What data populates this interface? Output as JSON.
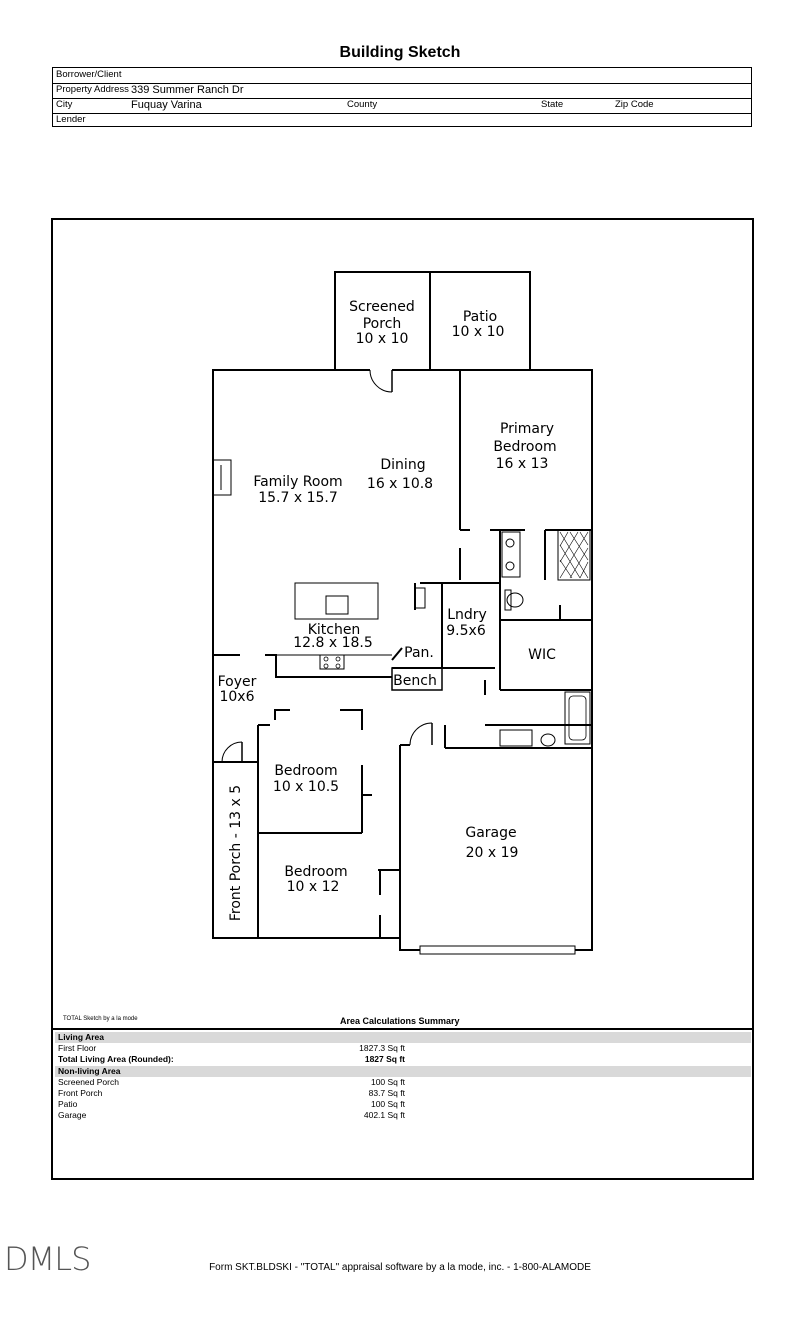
{
  "title": "Building Sketch",
  "header": {
    "borrower_label": "Borrower/Client",
    "borrower_value": "",
    "address_label": "Property Address",
    "address_value": "339 Summer Ranch Dr",
    "city_label": "City",
    "city_value": "Fuquay Varina",
    "county_label": "County",
    "state_label": "State",
    "zip_label": "Zip Code",
    "lender_label": "Lender"
  },
  "rooms": {
    "screened_porch_1": "Screened",
    "screened_porch_2": "Porch",
    "screened_porch_3": "10 x 10",
    "patio_1": "Patio",
    "patio_2": "10 x 10",
    "primary_1": "Primary",
    "primary_2": "Bedroom",
    "primary_3": "16 x 13",
    "dining_1": "Dining",
    "dining_2": "16 x 10.8",
    "family_1": "Family Room",
    "family_2": "15.7 x 15.7",
    "kitchen_1": "Kitchen",
    "kitchen_2": "12.8 x 18.5",
    "laundry_1": "Lndry",
    "laundry_2": "9.5x6",
    "wic": "WIC",
    "pantry": "Pan.",
    "bench": "Bench",
    "foyer_1": "Foyer",
    "foyer_2": "10x6",
    "bedroom2_1": "Bedroom",
    "bedroom2_2": "10 x 10.5",
    "bedroom3_1": "Bedroom",
    "bedroom3_2": "10 x 12",
    "garage_1": "Garage",
    "garage_2": "20 x 19",
    "front_porch": "Front Porch - 13 x 5"
  },
  "credit": "TOTAL Sketch by a la mode",
  "summary": {
    "title": "Area Calculations Summary",
    "living_header": "Living Area",
    "first_floor_label": "First Floor",
    "first_floor_value": "1827.3 Sq ft",
    "total_label": "Total Living Area (Rounded):",
    "total_value": "1827 Sq ft",
    "nonliving_header": "Non-living Area",
    "items": [
      {
        "label": "Screened Porch",
        "value": "100 Sq ft"
      },
      {
        "label": "Front Porch",
        "value": "83.7 Sq ft"
      },
      {
        "label": "Patio",
        "value": "100 Sq ft"
      },
      {
        "label": "Garage",
        "value": "402.1 Sq ft"
      }
    ]
  },
  "logo": "DMLS",
  "footer": "Form SKT.BLDSKI - \"TOTAL\" appraisal software by a la mode, inc. - 1-800-ALAMODE"
}
